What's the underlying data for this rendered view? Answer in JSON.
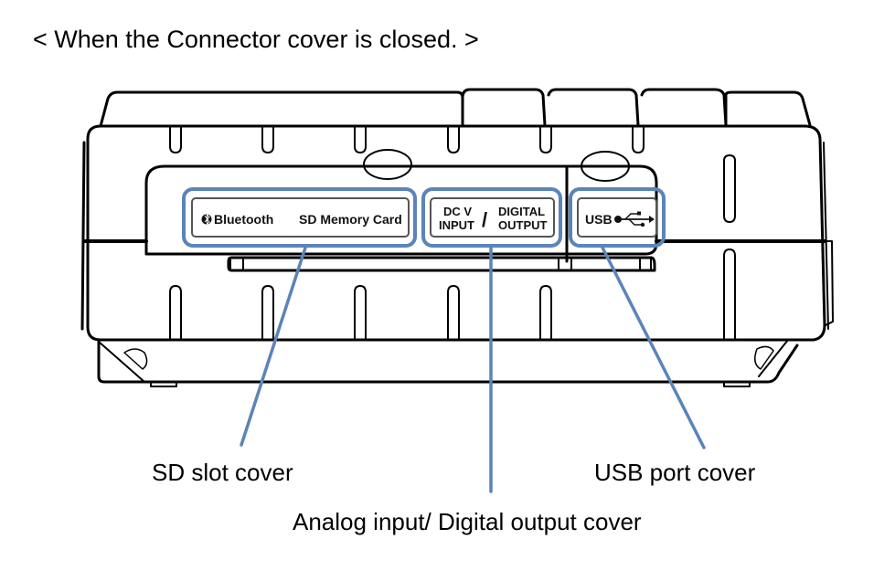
{
  "diagram": {
    "title": "< When the Connector cover is closed. >",
    "panel_labels": {
      "bluetooth": "Bluetooth",
      "sd_card": "SD Memory Card",
      "dc_v": "DC V",
      "input": "INPUT",
      "slash": "/",
      "digital": "DIGITAL",
      "output": "OUTPUT",
      "usb": "USB"
    },
    "icons": {
      "bluetooth": "bluetooth-icon",
      "usb": "usb-icon"
    },
    "callouts": [
      {
        "id": "sd",
        "label": "SD slot cover"
      },
      {
        "id": "analog",
        "label": "Analog input/ Digital output cover"
      },
      {
        "id": "usb",
        "label": "USB port cover"
      }
    ],
    "colors": {
      "highlight": "#5b84b8",
      "outline": "#000000"
    }
  }
}
